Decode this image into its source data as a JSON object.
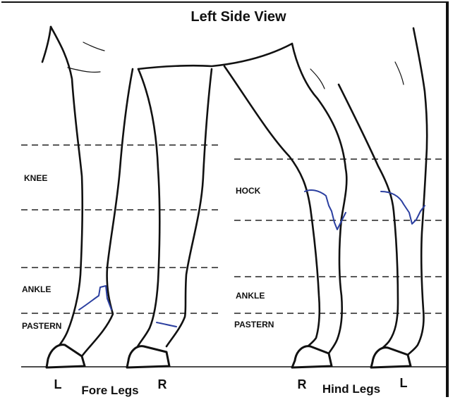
{
  "title": "Left Side View",
  "zones": {
    "knee": "KNEE",
    "hock": "HOCK",
    "ankle_fore": "ANKLE",
    "pastern_fore": "PASTERN",
    "ankle_hind": "ANKLE",
    "pastern_hind": "PASTERN"
  },
  "fore": {
    "left": "L",
    "right": "R",
    "caption": "Fore Legs"
  },
  "hind": {
    "right": "R",
    "left": "L",
    "caption": "Hind Legs"
  },
  "colors": {
    "ink": "#111111",
    "marking": "#2b3fa0"
  }
}
